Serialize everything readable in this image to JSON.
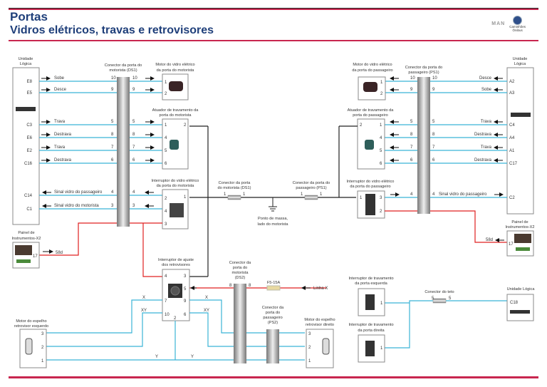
{
  "header": {
    "title": "Portas",
    "subtitle": "Vidros elétricos, travas e retrovisores",
    "logo_brand": "MAN",
    "logo_caption_1": "Caminhões",
    "logo_caption_2": "Ônibus"
  },
  "colors": {
    "accent_rule": "#c8264f",
    "title": "#1f3f7a",
    "signal_wire": "#3bb3d6",
    "power_wire": "#e02020",
    "ground_wire": "#222222"
  },
  "left_logic_unit": {
    "title_1": "Unidade",
    "title_2": "Lógica",
    "pins": [
      {
        "pin": "E8",
        "signal": "Sobe",
        "dir": "out",
        "ds1": "10"
      },
      {
        "pin": "E5",
        "signal": "Desce",
        "dir": "out",
        "ds1": "9"
      },
      {
        "pin": "C3",
        "signal": "Trava",
        "dir": "out",
        "ds1": "5"
      },
      {
        "pin": "E6",
        "signal": "Destrava",
        "dir": "out",
        "ds1": "8"
      },
      {
        "pin": "E2",
        "signal": "Trava",
        "dir": "out",
        "ds1": "7"
      },
      {
        "pin": "C16",
        "signal": "Destrava",
        "dir": "out",
        "ds1": "6"
      },
      {
        "pin": "C14",
        "signal": "Sinal vidro do passageiro",
        "dir": "in",
        "ds1": "4"
      },
      {
        "pin": "C1",
        "signal": "Sinal vidro do motorista",
        "dir": "in",
        "ds1": "3"
      }
    ]
  },
  "right_logic_unit": {
    "title_1": "Unidade",
    "title_2": "Lógica",
    "pins": [
      {
        "pin": "A2",
        "signal": "Desce",
        "ps1": "10"
      },
      {
        "pin": "A3",
        "signal": "Sobe",
        "ps1": "9"
      },
      {
        "pin": "C4",
        "signal": "Trava",
        "ps1": "5"
      },
      {
        "pin": "A4",
        "signal": "Destrava",
        "ps1": "8"
      },
      {
        "pin": "A1",
        "signal": "Trava",
        "ps1": "7"
      },
      {
        "pin": "C17",
        "signal": "Destrava",
        "ps1": "6"
      },
      {
        "pin": "C2",
        "signal": "Sinal vidro do passageiro",
        "ps1": "4"
      }
    ]
  },
  "connectors": {
    "ds1": {
      "label_1": "Conector da porta do",
      "label_2": "motorista (DS1)"
    },
    "ps1": {
      "label_1": "Conector da porta do",
      "label_2": "passageiro (PS1)"
    },
    "ds1_ground": {
      "label_1": "Conector da porta",
      "label_2": "do motorista (DS1)",
      "pin": "1"
    },
    "ps1_ground": {
      "label_1": "Conector da porta do",
      "label_2": "passageiro (PS1)",
      "pin": "1"
    },
    "ds2": {
      "label_1": "Conector da",
      "label_2": "porta do",
      "label_3": "motorista",
      "label_4": "(DS2)"
    },
    "ps2": {
      "label_1": "Conector da",
      "label_2": "porta do",
      "label_3": "passageiro",
      "label_4": "(PS2)"
    },
    "tailgate": {
      "label": "Conector do teto",
      "pin": "5"
    }
  },
  "components": {
    "driver_window_motor": {
      "label_1": "Motor do vidro elétrico",
      "label_2": "da porta do motorista",
      "pins": [
        "1",
        "2"
      ]
    },
    "driver_lock_actuator": {
      "label_1": "Atuador de travamento da",
      "label_2": "porta do motorista",
      "pins": [
        "1",
        "4",
        "5",
        "6",
        "2"
      ]
    },
    "driver_window_switch": {
      "label_1": "Interruptor do vidro elétrico",
      "label_2": "da porta do motorista",
      "pins": [
        "2",
        "4",
        "3",
        "1"
      ]
    },
    "passenger_window_motor": {
      "label_1": "Motor do vidro elétrico",
      "label_2": "da porta do passageiro",
      "pins": [
        "1",
        "2"
      ]
    },
    "passenger_lock_actuator": {
      "label_1": "Atuador de travamento da",
      "label_2": "porta do passageiro",
      "pins": [
        "2",
        "1",
        "4",
        "5",
        "6"
      ]
    },
    "passenger_window_switch": {
      "label_1": "Interruptor do vidro elétrico",
      "label_2": "da porta do passageiro",
      "pins": [
        "1",
        "3",
        "2"
      ]
    },
    "ground_point": {
      "label_1": "Ponto de massa,",
      "label_2": "lado do motorista"
    },
    "instrument_panel_left": {
      "label_1": "Painel de",
      "label_2": "Instrumentos-X2",
      "pin": "17",
      "signal": "58d"
    },
    "instrument_panel_right": {
      "label_1": "Painel de",
      "label_2": "Instrumentos-X2",
      "pin": "17",
      "signal": "58d"
    },
    "mirror_switch": {
      "label_1": "Interruptor de ajuste",
      "label_2": "dos retrovisores",
      "pins": [
        "4",
        "3",
        "5",
        "7",
        "9",
        "10",
        "6",
        "2"
      ]
    },
    "fuse": {
      "label": "F5-15A",
      "line": "Linha X"
    },
    "left_mirror_motor": {
      "label_1": "Motor do espelho",
      "label_2": "retrovisor esquerdo",
      "pins": [
        "3",
        "2",
        "1"
      ]
    },
    "right_mirror_motor": {
      "label_1": "Motor do espelho",
      "label_2": "retrovisor direito",
      "pins": [
        "3",
        "2",
        "1"
      ]
    },
    "left_door_lock_switch": {
      "label_1": "Interruptor de travamento",
      "label_2": "da porta esquerda",
      "pin": "1"
    },
    "right_door_lock_switch": {
      "label_1": "Interruptor de travamento",
      "label_2": "da porta direita",
      "pin": "1"
    },
    "logic_unit_c18": {
      "label": "Unidade Lógica",
      "pin": "C18"
    }
  },
  "mirror_signals": {
    "x": "X",
    "xy": "XY",
    "y": "Y"
  },
  "mirror_pins": {
    "ds2_8": "8",
    "p2": "2",
    "p4": "4",
    "p3": "3"
  }
}
